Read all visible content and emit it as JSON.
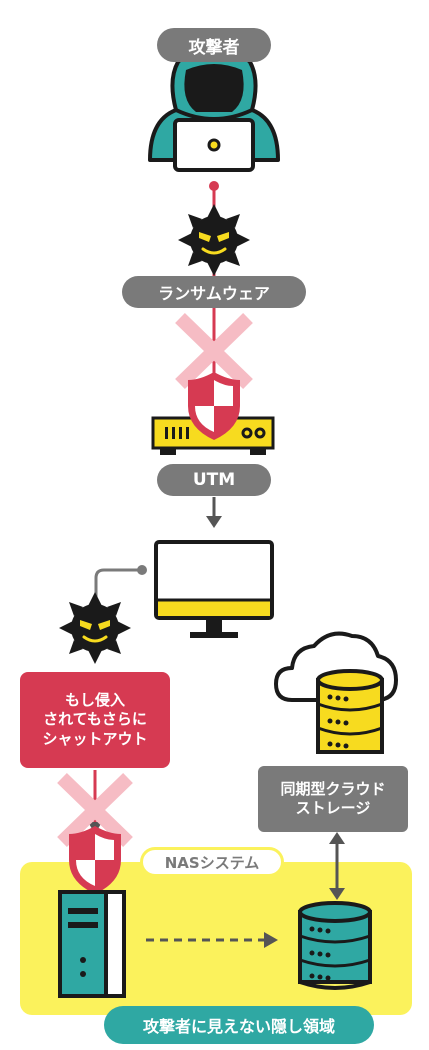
{
  "labels": {
    "attacker": "攻撃者",
    "ransomware": "ランサムウェア",
    "utm": "UTM",
    "breach_line1": "もし侵入",
    "breach_line2": "されてもさらに",
    "breach_line3": "シャットアウト",
    "cloud_line1": "同期型クラウド",
    "cloud_line2": "ストレージ",
    "nas_system": "NASシステム",
    "hidden_area": "攻撃者に見えない隠し領域"
  },
  "colors": {
    "teal": "#2fa8a3",
    "yellow": "#f7db1f",
    "nas_bg": "#fbf25c",
    "red": "#d63a52",
    "pink_x": "#f6bcc4",
    "gray": "#7a7a7a",
    "dark": "#1a1a1a"
  },
  "icons": [
    "hooded-attacker-icon",
    "ransomware-virus-icon",
    "blocked-x-icon",
    "shield-icon",
    "utm-appliance-icon",
    "monitor-icon",
    "cloud-icon",
    "database-icon",
    "server-tower-icon"
  ]
}
